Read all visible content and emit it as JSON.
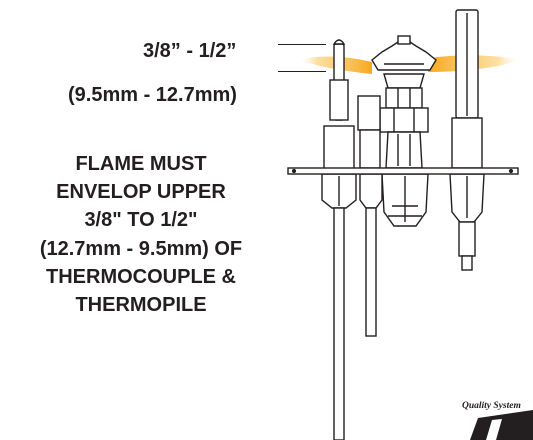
{
  "labels": {
    "dimension_imperial": "3/8” - 1/2”",
    "dimension_metric": "(9.5mm - 12.7mm)",
    "warning_lines": [
      "FLAME MUST",
      "ENVELOP UPPER",
      "3/8\" TO 1/2\"",
      "(12.7mm - 9.5mm) OF",
      "THERMOCOUPLE &",
      "THERMOPILE"
    ]
  },
  "logo": {
    "tagline": "Quality System",
    "mark": "IS"
  },
  "colors": {
    "ink": "#231f20",
    "flame_outer": "#f7a81b",
    "flame_inner": "#fcd27a",
    "background": "#ffffff"
  }
}
